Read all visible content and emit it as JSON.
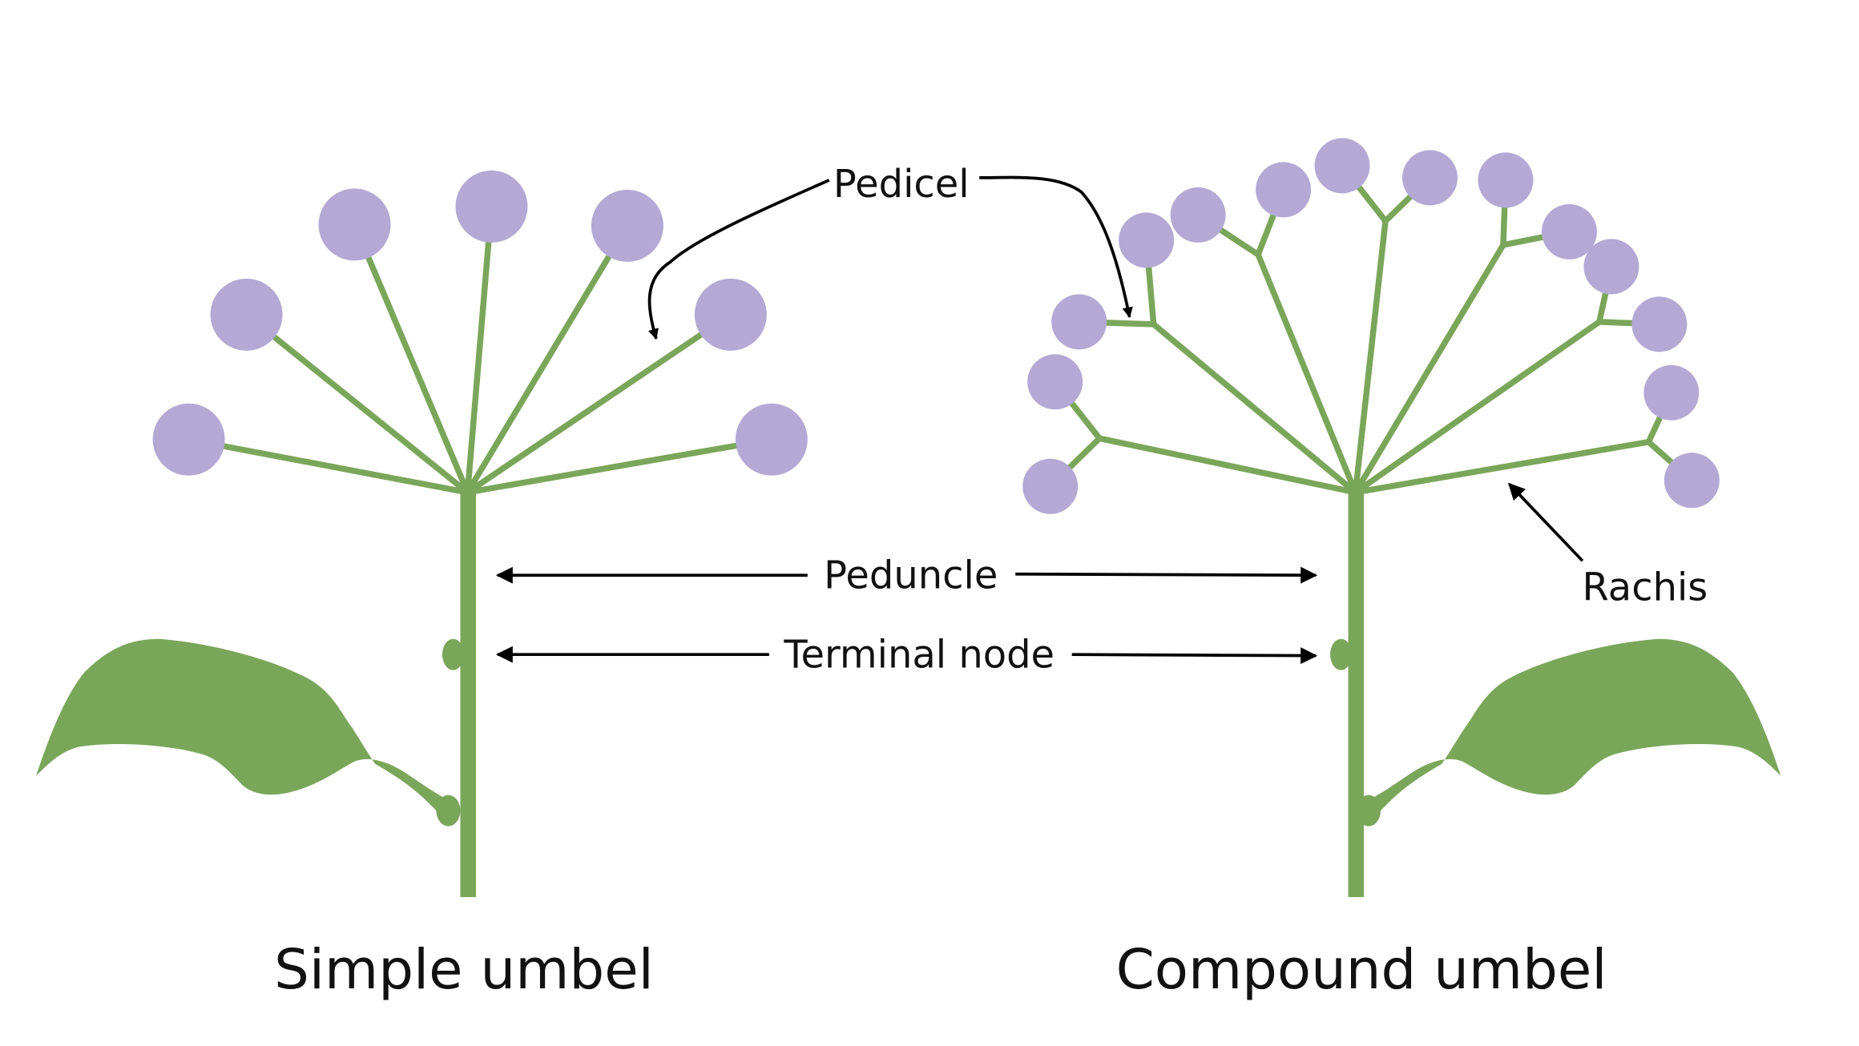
{
  "labels": {
    "pedicel": "Pedicel",
    "peduncle": "Peduncle",
    "terminal_node": "Terminal node",
    "rachis": "Rachis",
    "simple_umbel": "Simple umbel",
    "compound_umbel": "Compound umbel"
  },
  "colors": {
    "stem": "#7aa65a",
    "flower": "#b3a9d4",
    "leaf": "#7aa65a",
    "arrow": "#000000",
    "text": "#111111"
  }
}
